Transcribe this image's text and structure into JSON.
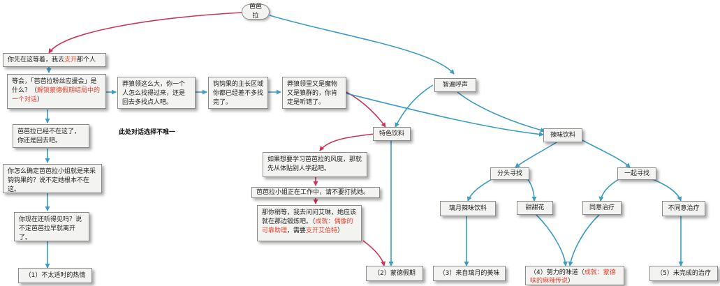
{
  "root": "芭芭拉",
  "nodes": {
    "n1": "你先在这等着，我去",
    "n1_hl": "支开",
    "n1_tail": "那个人",
    "n2_a": "等会，「芭芭拉粉丝应援会」是什么？（",
    "n2_b": "解锁蒙德假期结局中的一个对话",
    "n2_c": "）",
    "n3": "芭芭拉已经不在这了，你还是回去吧。",
    "n4": "你怎么确定芭芭拉小姐就是来采钩钩果的？说不定她根本不在这。",
    "n5": "你现在还听得见吗？说不定芭芭拉早就离开了。",
    "n6": "（1）不太适时的热情",
    "n7": "莽狼领这么大，你一个人怎么找得过来，还是回去多找点人吧。",
    "n8": "钩钩果的主长区域你都已经差不多找完了。",
    "n9": "莽狼领里又是魔物又是狼群的，你肯定是听错了。",
    "note": "此处对话选择不唯一",
    "n10": "智遍呼声",
    "n11": "特色饮料",
    "n12": "辣味饮料",
    "n13": "如果想要学习芭芭拉的风度，那就先从体贴别人学起吧。",
    "n14": "芭芭拉小姐正在工作中，请不要打扰她。",
    "n15_a": "那你稍等，我去问问艾琳，她应该就在那边锻炼吧。（",
    "n15_b": "成就：偶像的可靠助理",
    "n15_c": "，需要",
    "n15_d": "支开艾伯特",
    "n15_e": "）",
    "n16": "（2）蒙德假期",
    "n17": "分头寻找",
    "n18": "一起寻找",
    "n19": "璃月辣味饮料",
    "n20": "甜甜花",
    "n21": "同意治疗",
    "n22": "不同意治疗",
    "n23": "（3）来自璃月的美味",
    "n24_a": "（4）努力的味道（",
    "n24_b": "成就：蒙德味的麻辣传说",
    "n24_c": "）",
    "n25": "（5）未完成的治疗"
  },
  "colors": {
    "red_edge": "#c8385a",
    "teal_edge": "#3d9cc4",
    "highlight": "#e8432e"
  }
}
